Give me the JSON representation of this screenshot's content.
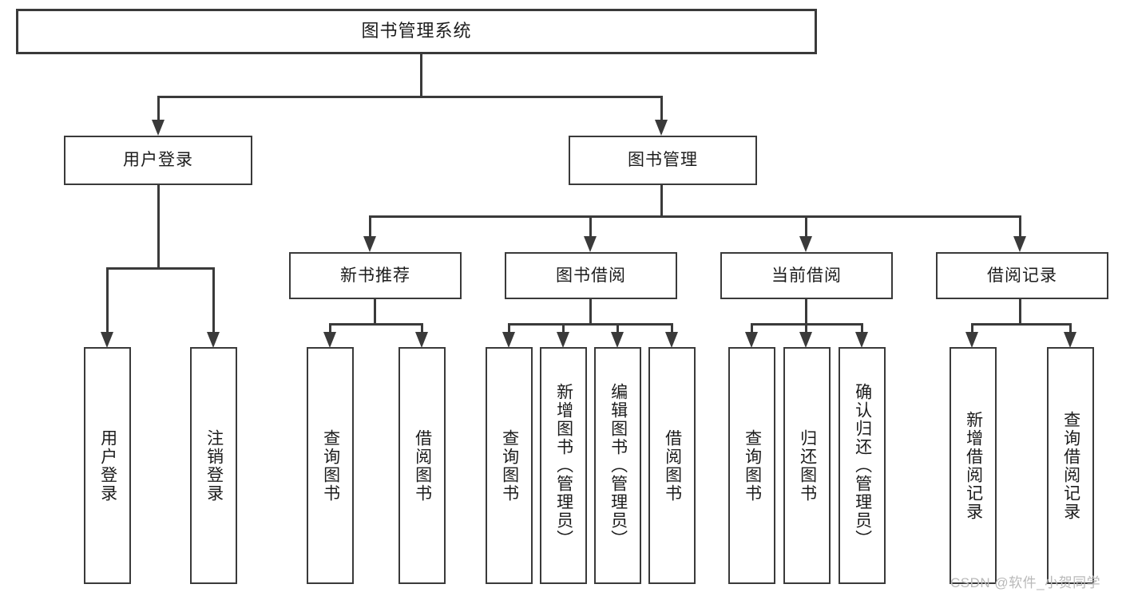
{
  "diagram": {
    "title": "图书管理系统",
    "type": "hierarchy-tree",
    "levels": {
      "root": {
        "label": "图书管理系统"
      },
      "level2": [
        {
          "label": "用户登录"
        },
        {
          "label": "图书管理"
        }
      ],
      "level3": [
        {
          "label": "新书推荐"
        },
        {
          "label": "图书借阅"
        },
        {
          "label": "当前借阅"
        },
        {
          "label": "借阅记录"
        }
      ],
      "leaves": {
        "user_login": [
          {
            "label": "用户登录"
          },
          {
            "label": "注销登录"
          }
        ],
        "new_book_recommend": [
          {
            "label": "查询图书"
          },
          {
            "label": "借阅图书"
          }
        ],
        "book_borrow": [
          {
            "label": "查询图书"
          },
          {
            "label": "新增图书（管理员）"
          },
          {
            "label": "编辑图书（管理员）"
          },
          {
            "label": "借阅图书"
          }
        ],
        "current_borrow": [
          {
            "label": "查询图书"
          },
          {
            "label": "归还图书"
          },
          {
            "label": "确认归还（管理员）"
          }
        ],
        "borrow_record": [
          {
            "label": "新增借阅记录"
          },
          {
            "label": "查询借阅记录"
          }
        ]
      }
    }
  },
  "watermark": {
    "text": "CSDN @软件_小贺同学"
  },
  "colors": {
    "stroke": "#3a3a3a",
    "text": "#1c1c1c",
    "background": "#ffffff",
    "watermark": "#b9b9b9"
  }
}
